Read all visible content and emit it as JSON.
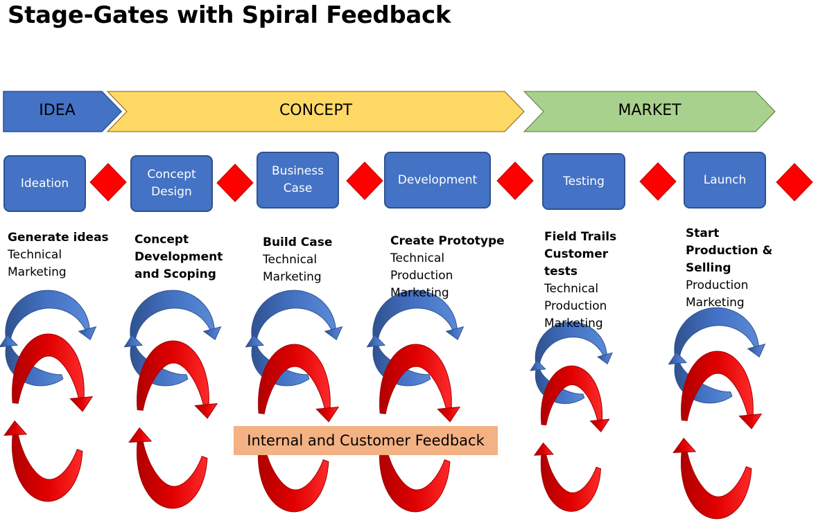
{
  "title": "Stage-Gates with Spiral Feedback",
  "phases": [
    {
      "label": "IDEA",
      "color": "#4472c4",
      "text_color": "#ffffff"
    },
    {
      "label": "CONCEPT",
      "color": "#ffd966",
      "text_color": "#000000"
    },
    {
      "label": "MARKET",
      "color": "#a9d18e",
      "text_color": "#000000"
    }
  ],
  "stages": [
    {
      "label": "Ideation",
      "heading": "Generate ideas",
      "items": [
        "Technical",
        "Marketing"
      ]
    },
    {
      "label": "Concept\nDesign",
      "heading": "Concept\nDevelopment\nand Scoping",
      "items": []
    },
    {
      "label": "Business\nCase",
      "heading": "Build Case",
      "items": [
        "Technical",
        "Marketing"
      ]
    },
    {
      "label": "Development",
      "heading": "Create Prototype",
      "items": [
        "Technical",
        "Production",
        "Marketing"
      ]
    },
    {
      "label": "Testing",
      "heading": "Field Trails\nCustomer\ntests",
      "items": [
        "Technical",
        "Production",
        "Marketing"
      ]
    },
    {
      "label": "Launch",
      "heading": "Start\nProduction &\nSelling",
      "items": [
        "Production",
        "Marketing"
      ]
    }
  ],
  "feedback_label": "Internal and Customer Feedback",
  "colors": {
    "stage_blue": "#4472c4",
    "gate_red": "#ff0000",
    "spiral_blue": "#4472c4",
    "spiral_red": "#e00000",
    "feedback_bg": "#f4b183"
  }
}
